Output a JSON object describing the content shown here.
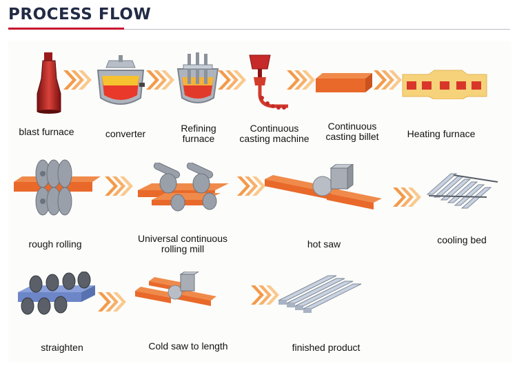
{
  "header": {
    "title": "PROCESS FLOW"
  },
  "steps": [
    {
      "label": "blast furnace"
    },
    {
      "label": "converter"
    },
    {
      "label": "Refining\nfurnace"
    },
    {
      "label": "Continuous\ncasting machine"
    },
    {
      "label": "Continuous\ncasting billet"
    },
    {
      "label": "Heating furnace"
    },
    {
      "label": "rough rolling"
    },
    {
      "label": "Universal continuous\nrolling mill"
    },
    {
      "label": "hot saw"
    },
    {
      "label": "cooling bed"
    },
    {
      "label": "straighten"
    },
    {
      "label": "Cold saw to length"
    },
    {
      "label": "finished product"
    }
  ],
  "colors": {
    "accent": "#c8102e",
    "title": "#222b45",
    "arrow": "#f5a050",
    "steel": "#e87a2a"
  }
}
